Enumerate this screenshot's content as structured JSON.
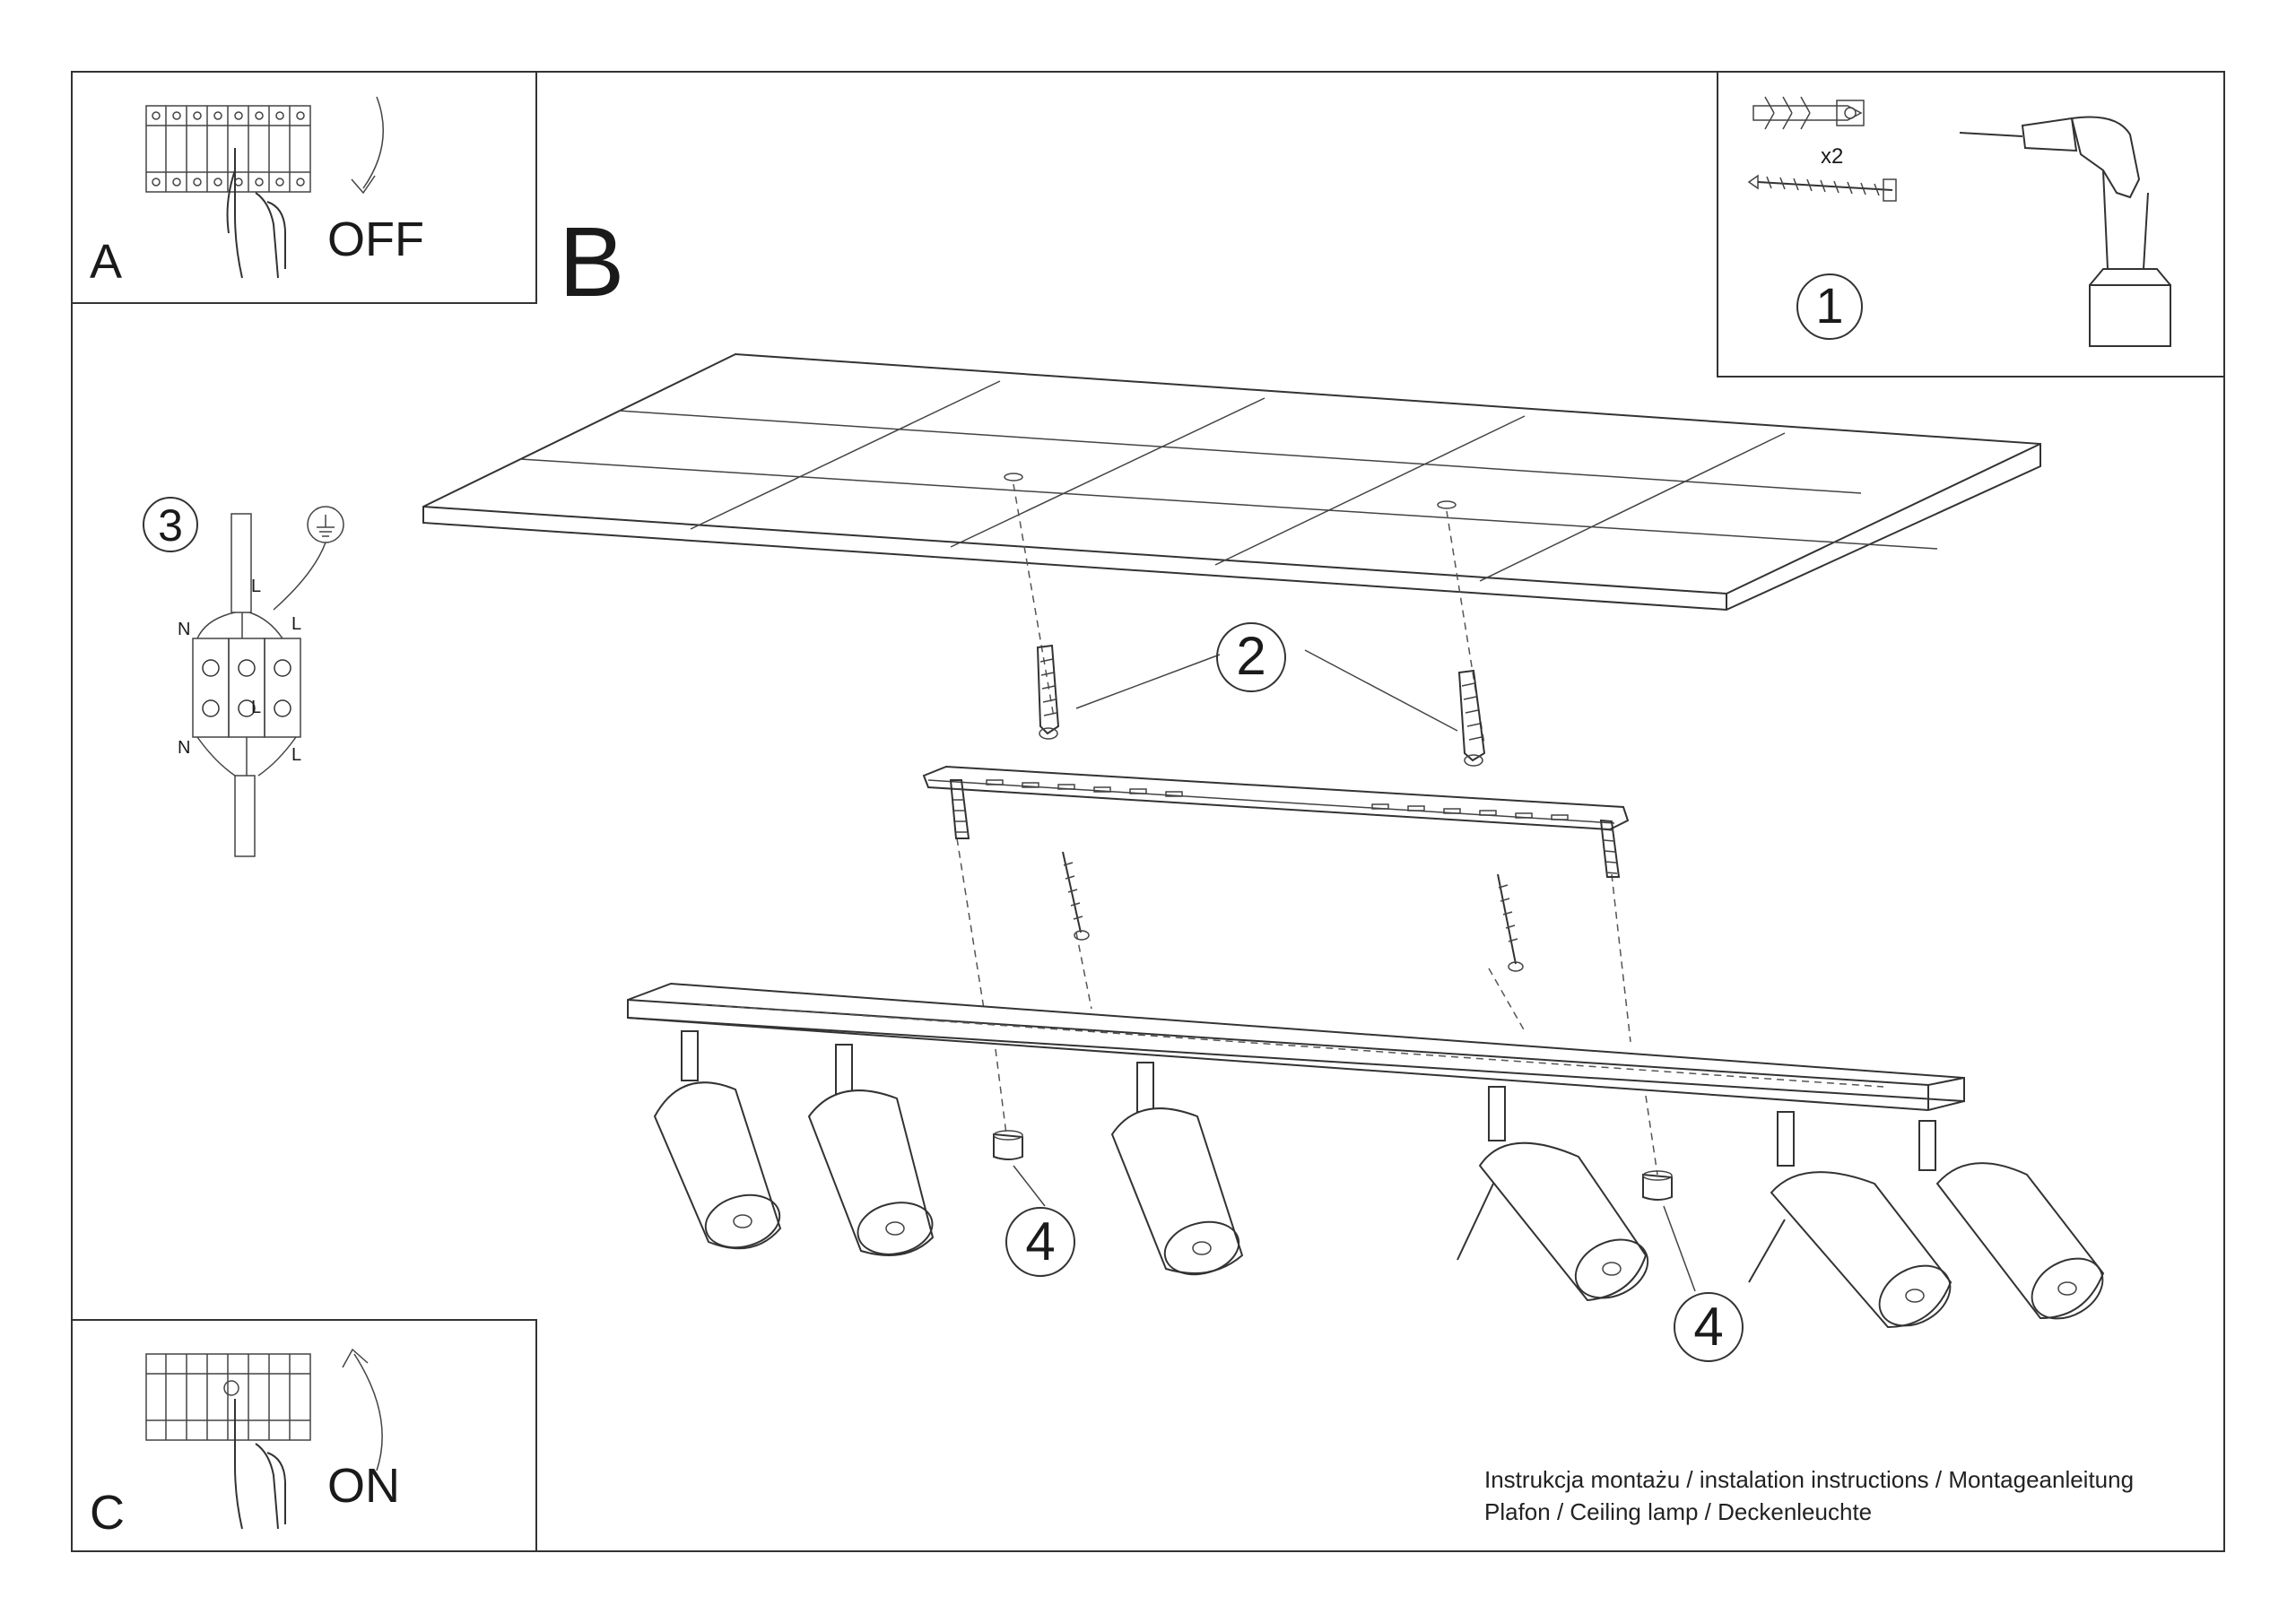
{
  "panels": {
    "a": {
      "letter": "A",
      "action": "OFF"
    },
    "b": {
      "letter": "B"
    },
    "c": {
      "letter": "C",
      "action": "ON"
    }
  },
  "tools": {
    "step": "1",
    "quantity": "x2"
  },
  "wiring": {
    "step": "3",
    "labels": {
      "n_top": "N",
      "l_top_left": "L",
      "l_top_right": "L",
      "l_mid": "L",
      "n_bottom": "N",
      "l_bottom": "L"
    }
  },
  "steps": {
    "dowels": "2",
    "cap_left": "4",
    "cap_right": "4"
  },
  "footer": {
    "line1": "Instrukcja montażu / instalation instructions / Montageanleitung",
    "line2": "Plafon / Ceiling lamp / Deckenleuchte"
  }
}
